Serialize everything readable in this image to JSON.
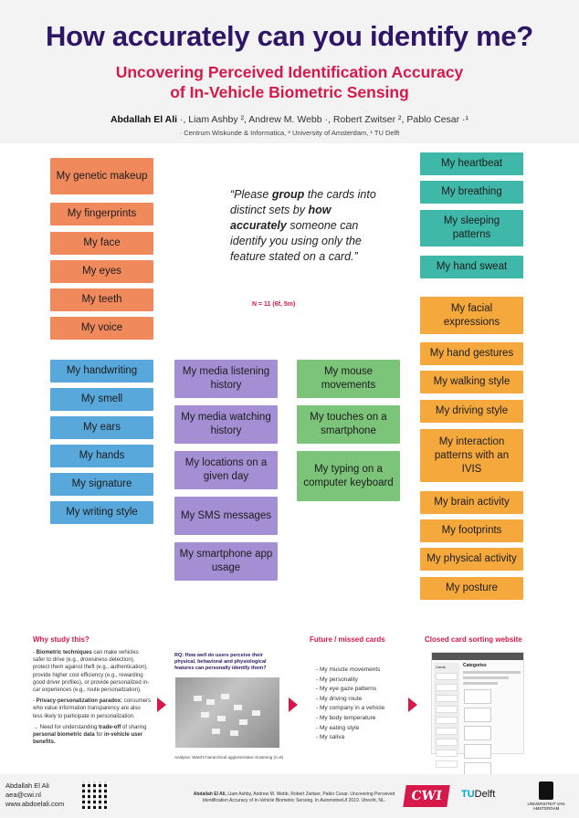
{
  "header": {
    "title": "How accurately can you identify me?",
    "subtitle_line1": "Uncovering Perceived Identification Accuracy",
    "subtitle_line2": "of In-Vehicle Biometric Sensing",
    "authors_lead": "Abdallah El Ali",
    "authors_rest": " ·, Liam Ashby ², Andrew M. Webb ·, Robert Zwitser ², Pablo Cesar ·¹",
    "affiliations": "· Centrum Wiskunde & Informatica, ² University of Amsterdam, ¹ TU Delft"
  },
  "cards": {
    "orange": [
      "My genetic makeup",
      "My fingerprints",
      "My face",
      "My eyes",
      "My teeth",
      "My voice"
    ],
    "teal": [
      "My heartbeat",
      "My breathing",
      "My sleeping patterns",
      "My hand sweat"
    ],
    "yellow": [
      "My facial expressions",
      "My hand gestures",
      "My walking style",
      "My driving style",
      "My interaction patterns with an IVIS",
      "My brain activity",
      "My footprints",
      "My physical activity",
      "My posture"
    ],
    "blue": [
      "My handwriting",
      "My smell",
      "My ears",
      "My hands",
      "My signature",
      "My writing style"
    ],
    "purple": [
      "My media listening history",
      "My media watching history",
      "My locations on a given day",
      "My SMS messages",
      "My smartphone app usage"
    ],
    "green": [
      "My mouse movements",
      "My touches on a smartphone",
      "My typing on a computer keyboard"
    ]
  },
  "quote": {
    "p1": "“Please ",
    "b1": "group",
    "p2": " the cards into distinct sets by ",
    "b2": "how accurately",
    "p3": " someone can identify you using only the feature stated on a card.”",
    "n": "N = 11 (6f, 5m)"
  },
  "why": {
    "heading": "Why study this?",
    "p1_bold": "Biometric techniques",
    "p1_text": " can make vehicles safer to drive (e.g., drowsiness detection), protect them against theft (e.g., authentication), provide higher cost efficiency (e.g., rewarding good driver profiles), or provide personalized in-car experiences (e.g., route personalization).",
    "p2_bold": "Privacy-personalization paradox:",
    "p2_text": " consumers who value information transparency are also less likely to participate in personalization.",
    "p3_text": "→ Need for understanding ",
    "p3_bold1": "trade-off",
    "p3_text2": " of sharing ",
    "p3_bold2": "personal biometric data",
    "p3_text3": " for ",
    "p3_bold3": "in-vehicle user benefits."
  },
  "rq": {
    "text": "RQ: How well do users perceive their physical, behavioral and physiological features can personally identify them?",
    "caption": "Analysis: Ward’s hierarchical agglomerative clustering (n=8)"
  },
  "future": {
    "heading": "Future / missed cards",
    "items": [
      "- My muscle movements",
      "- My personality",
      "- My eye gaze patterns",
      "- My driving route",
      "- My company in a vehicle",
      "- My body temperature",
      "- My eating style",
      "- My saliva"
    ]
  },
  "website": {
    "heading": "Closed card sorting website",
    "sidebar_title": "Cards",
    "main_title": "Categories"
  },
  "footer": {
    "name": "Abdallah El Ali",
    "email": "aea@cwi.nl",
    "web": "www.abdoelali.com",
    "citation_bold": "Abdallah El Ali,",
    "citation": " Liam Ashby, Andrew M. Webb, Robert Zwitser, Pablo Cesar. Uncovering Perceived Identification Accuracy of In-Vehicle Biometric Sensing. In AutomotiveUI 2019. Utrecht, NL.",
    "cwi": "CWI",
    "tud_prefix": "TU",
    "tud_suffix": "Delft",
    "uva": "UNIVERSITEIT VAN AMSTERDAM"
  },
  "colors": {
    "orange": "#f08a5d",
    "teal": "#3fb8a9",
    "yellow": "#f5a93d",
    "blue": "#58a8dc",
    "purple": "#a58fd4",
    "green": "#7cc47a",
    "accent": "#d6194a",
    "title": "#2e1566"
  }
}
